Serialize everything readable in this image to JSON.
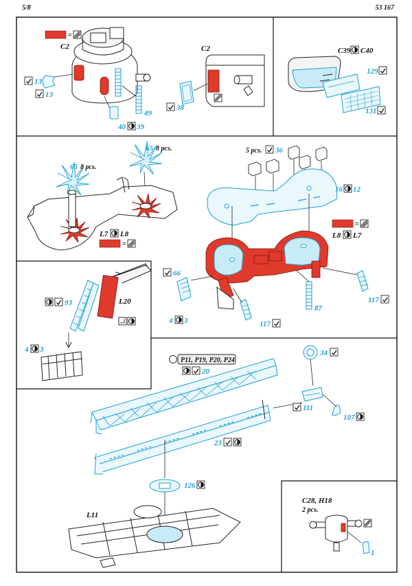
{
  "header": {
    "page": "5/8",
    "code": "53 167"
  },
  "colors": {
    "pe_blue": "#1aa0d6",
    "paint_red": "#e03a2c",
    "line": "#222222",
    "light_blue": "#c9ebf8"
  },
  "icons": {
    "bend": "bend-icon",
    "fold_opposite": "fold-opposite-icon",
    "paint_equal": "paint-swatch-equals-icon",
    "optional": "optional-part-icon",
    "plastic_part": "plastic-part-icon"
  },
  "panels": {
    "turret": {
      "part_ref": "C2",
      "labels": [
        "13",
        "13",
        "40",
        "39",
        "49"
      ]
    },
    "turret_side": {
      "part_ref": "C2",
      "labels": [
        "38"
      ]
    },
    "shield": {
      "part_top": "C39",
      "part_top2": "C40",
      "labels": [
        "129",
        "131"
      ]
    },
    "deck_left": {
      "labels": [
        "65",
        "65"
      ],
      "pcs": "8 pcs.",
      "part_a": "L7",
      "part_b": "L8"
    },
    "deck_right": {
      "pcs": "5 pcs.",
      "labels": [
        "36",
        "16",
        "12",
        "66",
        "4",
        "3",
        "117",
        "117",
        "87"
      ],
      "part_a": "L8",
      "part_b": "L7"
    },
    "ladder": {
      "labels": [
        "93",
        "4",
        "3"
      ],
      "part": "L20"
    },
    "crane": {
      "parts_tag": "P11, P19, P20, P24",
      "labels": [
        "20",
        "34",
        "111",
        "107",
        "23",
        "126"
      ],
      "part_bottom": "L11"
    },
    "detail": {
      "part": "C28, H18",
      "pcs": "2 pcs.",
      "labels": [
        "1"
      ]
    }
  }
}
